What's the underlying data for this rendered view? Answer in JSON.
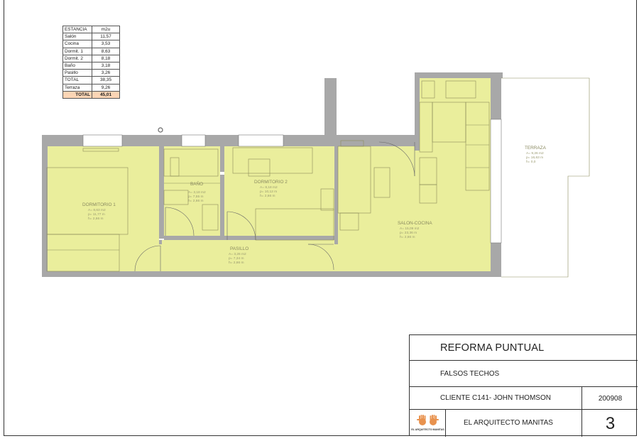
{
  "area_table": {
    "header": [
      "ESTANCIA",
      "m2u"
    ],
    "rows": [
      [
        "Salón",
        "11,57"
      ],
      [
        "Cocina",
        "3,53"
      ],
      [
        "Dormit. 1",
        "8,63"
      ],
      [
        "Dormit. 2",
        "8,18"
      ],
      [
        "Baño",
        "3,18"
      ],
      [
        "Pasillo",
        "3,26"
      ],
      [
        "TOTAL",
        "38,35"
      ],
      [
        "Terraza",
        "9,26"
      ]
    ],
    "grand_total": [
      "TOTAL",
      "45,01"
    ]
  },
  "rooms": {
    "dormitorio1": {
      "name": "DORMITORIO 1",
      "lines": [
        "A= 8,63 m2",
        "p= 11,77 m",
        "h= 2,66 m"
      ]
    },
    "bano": {
      "name": "BAÑO",
      "lines": [
        "A= 3,18 m2",
        "p= 7,55 m",
        "h= 2,66 m"
      ]
    },
    "dormitorio2": {
      "name": "DORMITORIO 2",
      "lines": [
        "A= 8,18 m2",
        "p= 10,12 m",
        "h= 2,66 m"
      ]
    },
    "pasillo": {
      "name": "PASILLO",
      "lines": [
        "A= 3,26 m2",
        "p= 7,34 m",
        "h= 2,66 m"
      ]
    },
    "salon_cocina": {
      "name": "SALON-COCINA",
      "lines": [
        "A= 15,09 m2",
        "p= 23,36 m",
        "h= 2,66 m"
      ]
    },
    "terraza": {
      "name": "TERRAZA",
      "lines": [
        "A= 9,26 m2",
        "p= 16,63 m",
        "h= 0,0"
      ]
    }
  },
  "colors": {
    "room_fill": "#eaee9c",
    "wall": "#a8a8a8",
    "total_highlight": "#fbd5b5",
    "logo": "#e8924e"
  },
  "title_block": {
    "title": "REFORMA PUNTUAL",
    "subtitle": "FALSOS TECHOS",
    "client": "CLIENTE C141- JOHN THOMSON",
    "code": "200908",
    "logo_text": "EL ARQUITECTO MANITAS",
    "brand": "EL ARQUITECTO MANITAS",
    "sheet_number": "3"
  }
}
